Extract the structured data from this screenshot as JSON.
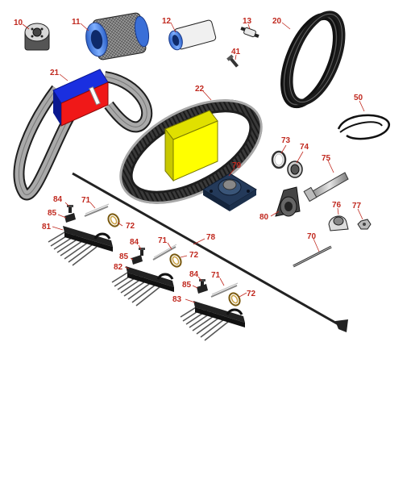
{
  "diagram": {
    "callouts": {
      "p10": "10",
      "p11": "11",
      "p12": "12",
      "p13": "13",
      "p20": "20",
      "p21": "21",
      "p22": "22",
      "p41": "41",
      "p50": "50",
      "p70": "70",
      "p71a": "71",
      "p71b": "71",
      "p71c": "71",
      "p72a": "72",
      "p72b": "72",
      "p72c": "72",
      "p73": "73",
      "p74": "74",
      "p75": "75",
      "p76": "76",
      "p77": "77",
      "p78": "78",
      "p79": "79",
      "p80": "80",
      "p81": "81",
      "p82": "82",
      "p83": "83",
      "p84a": "84",
      "p84b": "84",
      "p84c": "84",
      "p85a": "85",
      "p85b": "85",
      "p85c": "85"
    },
    "colors": {
      "callout": "#c0281e",
      "belt": "#a9a9a9",
      "belt_dark": "#2a2a2a",
      "sleeve_blue": "#1a2fe0",
      "sleeve_red": "#f01818",
      "sleeve_yellow": "#ffff00",
      "filter_blue": "#3a6fd8",
      "bearing_blue": "#243a5a"
    }
  }
}
